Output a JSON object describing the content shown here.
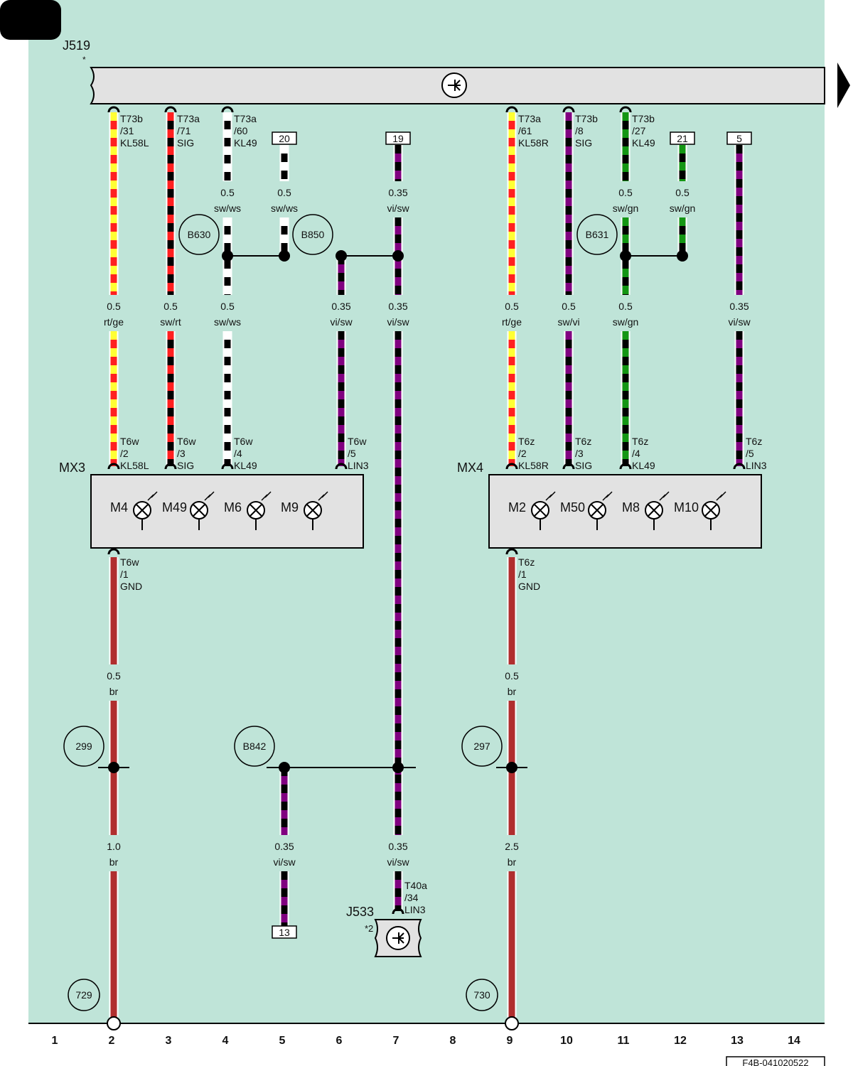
{
  "colors": {
    "background": "#bfe4d8",
    "module_fill": "#e2e2e2",
    "rt": "#ff2020",
    "ge": "#ffff33",
    "sw": "#000000",
    "ws": "#ffffff",
    "vi": "#800080",
    "gn": "#149614",
    "br": "#b02e2e"
  },
  "control_unit": {
    "name": "J519",
    "note": "*"
  },
  "gateway": {
    "name": "J533",
    "note": "*2",
    "pin": [
      "T40a",
      "/34",
      "LIN3"
    ]
  },
  "modules": [
    {
      "name": "MX3",
      "motors": [
        "M4",
        "M49",
        "M6",
        "M9"
      ],
      "gnd_pin": [
        "T6w",
        "/1",
        "GND"
      ]
    },
    {
      "name": "MX4",
      "motors": [
        "M2",
        "M50",
        "M8",
        "M10"
      ],
      "gnd_pin": [
        "T6z",
        "/1",
        "GND"
      ]
    }
  ],
  "top_pins": [
    [
      "T73b",
      "/31",
      "KL58L"
    ],
    [
      "T73a",
      "/71",
      "SIG"
    ],
    [
      "T73a",
      "/60",
      "KL49"
    ],
    [
      "T73a",
      "/61",
      "KL58R"
    ],
    [
      "T73b",
      "/8",
      "SIG"
    ],
    [
      "T73b",
      "/27",
      "KL49"
    ]
  ],
  "module_pins": [
    [
      "T6w",
      "/2",
      "KL58L"
    ],
    [
      "T6w",
      "/3",
      "SIG"
    ],
    [
      "T6w",
      "/4",
      "KL49"
    ],
    [
      "T6w",
      "/5",
      "LIN3"
    ],
    [
      "T6z",
      "/2",
      "KL58R"
    ],
    [
      "T6z",
      "/3",
      "SIG"
    ],
    [
      "T6z",
      "/4",
      "KL49"
    ],
    [
      "T6z",
      "/5",
      "LIN3"
    ]
  ],
  "refs": [
    "20",
    "19",
    "21",
    "5",
    "13"
  ],
  "wire_labels": [
    [
      "0.5",
      "sw/ws"
    ],
    [
      "0.5",
      "sw/ws"
    ],
    [
      "0.35",
      "vi/sw"
    ],
    [
      "0.5",
      "sw/gn"
    ],
    [
      "0.5",
      "sw/gn"
    ],
    [
      "0.5",
      "rt/ge"
    ],
    [
      "0.5",
      "sw/rt"
    ],
    [
      "0.5",
      "sw/ws"
    ],
    [
      "0.35",
      "vi/sw"
    ],
    [
      "0.35",
      "vi/sw"
    ],
    [
      "0.5",
      "rt/ge"
    ],
    [
      "0.5",
      "sw/vi"
    ],
    [
      "0.5",
      "sw/gn"
    ],
    [
      "0.35",
      "vi/sw"
    ],
    [
      "0.5",
      "br"
    ],
    [
      "0.5",
      "br"
    ],
    [
      "1.0",
      "br"
    ],
    [
      "0.35",
      "vi/sw"
    ],
    [
      "0.35",
      "vi/sw"
    ],
    [
      "2.5",
      "br"
    ]
  ],
  "connections": [
    "B630",
    "B850",
    "B631",
    "B842"
  ],
  "grounds": [
    "299",
    "297"
  ],
  "continuations": [
    "729",
    "730"
  ],
  "columns": [
    "1",
    "2",
    "3",
    "4",
    "5",
    "6",
    "7",
    "8",
    "9",
    "10",
    "11",
    "12",
    "13",
    "14"
  ],
  "diagram_code": "F4B-041020522"
}
